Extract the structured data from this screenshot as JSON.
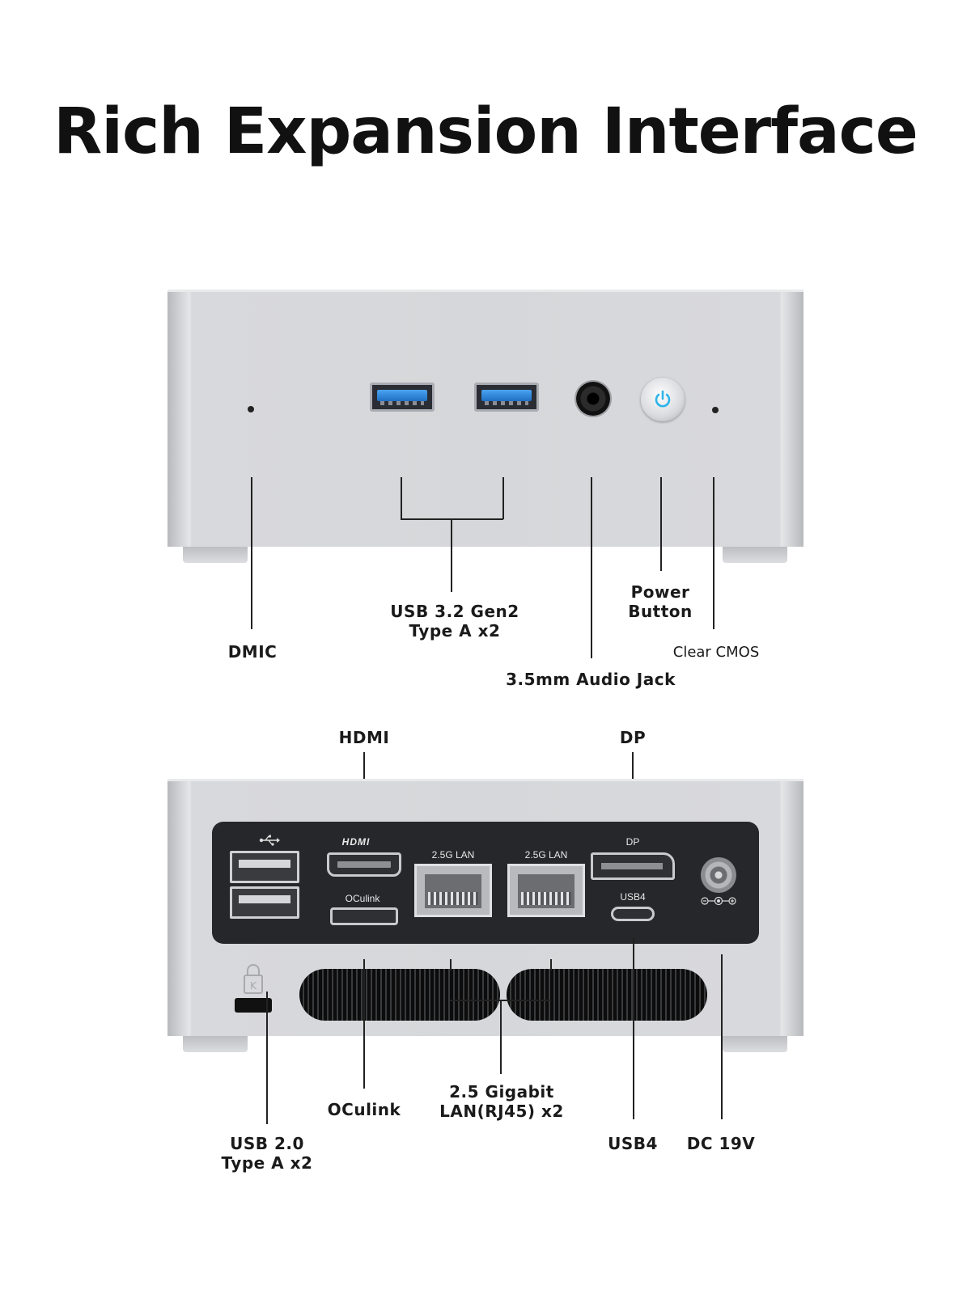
{
  "title": "Rich Expansion Interface",
  "front_labels": {
    "dmic": "DMIC",
    "usb32_line1": "USB 3.2 Gen2",
    "usb32_line2": "Type A x2",
    "audio": "3.5mm Audio Jack",
    "power_line1": "Power",
    "power_line2": "Button",
    "cmos": "Clear CMOS"
  },
  "rear_top_labels": {
    "hdmi": "HDMI",
    "dp": "DP"
  },
  "rear_bottom_labels": {
    "usb20_line1": "USB 2.0",
    "usb20_line2": "Type A x2",
    "oculink": "OCulink",
    "lan_line1": "2.5 Gigabit",
    "lan_line2": "LAN(RJ45) x2",
    "usb4": "USB4",
    "dc": "DC 19V"
  },
  "panel_labels": {
    "hdmi_logo": "HDMI",
    "oculink": "OCulink",
    "lan1": "2.5G LAN",
    "lan2": "2.5G LAN",
    "dp": "DP",
    "usb4": "USB4"
  },
  "colors": {
    "accent_power": "#2fb4e8",
    "usb3_blue": "#2f86de",
    "panel_dark": "#26272a"
  }
}
